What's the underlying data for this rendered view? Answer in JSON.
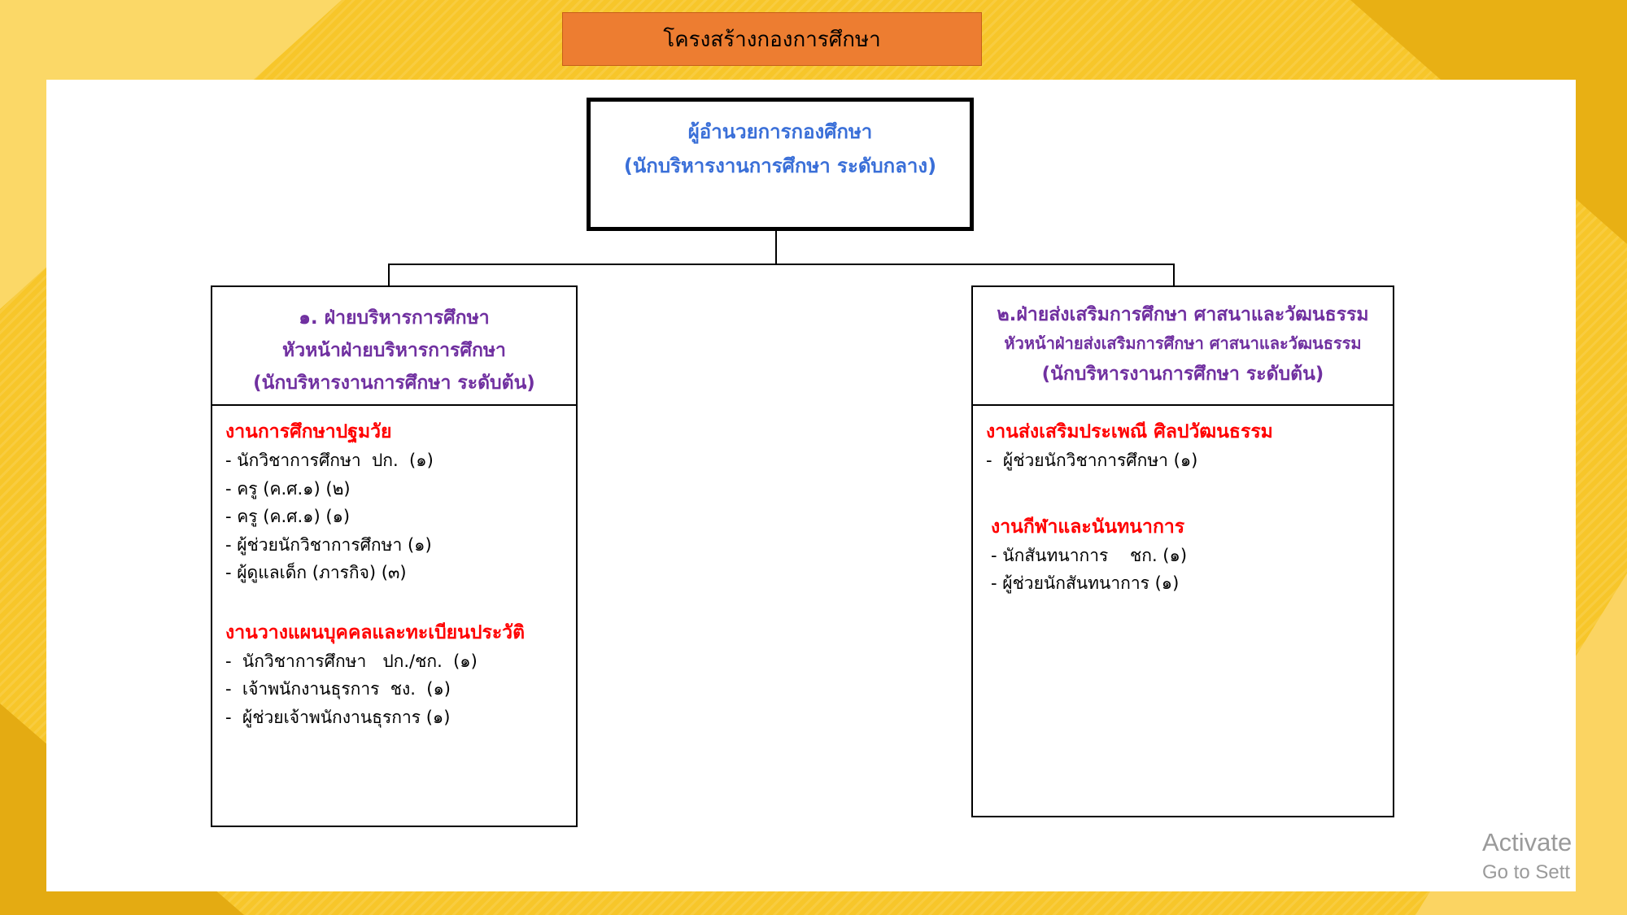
{
  "page_title": "โครงสร้างกองการศึกษา",
  "director": {
    "line1": "ผู้อำนวยการกองศึกษา",
    "line2": "(นักบริหารงานการศึกษา ระดับกลาง)"
  },
  "departments": [
    {
      "title": "๑. ฝ่ายบริหารการศึกษา",
      "head": "หัวหน้าฝ่ายบริหารการศึกษา",
      "level": "(นักบริหารงานการศึกษา ระดับต้น)",
      "sections": [
        {
          "name": "งานการศึกษาปฐมวัย",
          "items": [
            "- นักวิชาการศึกษา  ปก.  (๑)",
            "- ครู (ค.ศ.๑) (๒)",
            "- ครู (ค.ศ.๑) (๑)",
            "- ผู้ช่วยนักวิชาการศึกษา (๑)",
            "- ผู้ดูแลเด็ก (ภารกิจ) (๓)"
          ]
        },
        {
          "name": "งานวางแผนบุคคลและทะเบียนประวัติ",
          "items": [
            "-  นักวิชาการศึกษา   ปก./ชก.  (๑)",
            "-  เจ้าพนักงานธุรการ  ชง.  (๑)",
            "-  ผู้ช่วยเจ้าพนักงานธุรการ (๑)"
          ]
        }
      ]
    },
    {
      "title": "๒.ฝ่ายส่งเสริมการศึกษา ศาสนาและวัฒนธรรม",
      "head": "หัวหน้าฝ่ายส่งเสริมการศึกษา ศาสนาและวัฒนธรรม",
      "level": "(นักบริหารงานการศึกษา ระดับต้น)",
      "sections": [
        {
          "name": "งานส่งเสริมประเพณี ศิลปวัฒนธรรม",
          "items": [
            "-  ผู้ช่วยนักวิชาการศึกษา (๑)"
          ]
        },
        {
          "name": "งานกีฬาและนันทนาการ",
          "items": [
            "- นักสันทนาการ    ชก. (๑)",
            "- ผู้ช่วยนักสันทนาการ (๑)"
          ]
        }
      ]
    }
  ],
  "watermark": {
    "line1": "Activate",
    "line2": "Go to Sett"
  },
  "colors": {
    "banner": "#ed7d31",
    "director_text": "#3a6fd8",
    "department_text": "#7030a0",
    "section_text": "#ff0000",
    "background": "#f7c62a"
  }
}
